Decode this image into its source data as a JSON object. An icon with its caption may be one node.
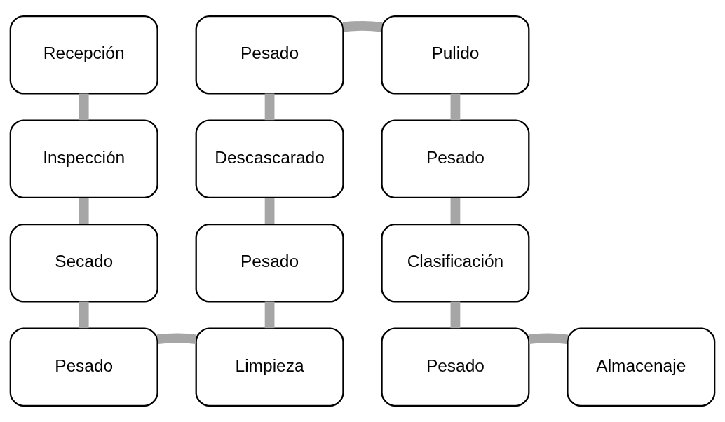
{
  "diagram": {
    "nodes": [
      {
        "text": [
          "Recepción"
        ]
      },
      {
        "text": [
          "Inspección"
        ]
      },
      {
        "text": [
          "Secado"
        ]
      },
      {
        "text": [
          "Pesado"
        ]
      },
      {
        "text": [
          "Limpieza"
        ]
      },
      {
        "text": [
          "Pesado"
        ]
      },
      {
        "text": [
          "Descascarado"
        ]
      },
      {
        "text": [
          "Pesado"
        ]
      },
      {
        "text": [
          "Pulido"
        ]
      },
      {
        "text": [
          "Pesado"
        ]
      },
      {
        "text": [
          "Clasificación"
        ]
      },
      {
        "text": [
          "Pesado"
        ]
      },
      {
        "text": [
          "Almacenaje"
        ]
      }
    ],
    "edges": [
      {
        "from": 0,
        "to": 1,
        "arrow": "none"
      },
      {
        "from": 1,
        "to": 2,
        "arrow": "none"
      },
      {
        "from": 2,
        "to": 3,
        "arrow": "none"
      },
      {
        "from": 3,
        "to": 4,
        "arrow": "none"
      },
      {
        "from": 4,
        "to": 5,
        "arrow": "none"
      },
      {
        "from": 5,
        "to": 6,
        "arrow": "none"
      },
      {
        "from": 6,
        "to": 7,
        "arrow": "none"
      },
      {
        "from": 7,
        "to": 8,
        "arrow": "none"
      },
      {
        "from": 8,
        "to": 9,
        "arrow": "none"
      },
      {
        "from": 9,
        "to": 10,
        "arrow": "none"
      },
      {
        "from": 10,
        "to": 11,
        "arrow": "none"
      },
      {
        "from": 11,
        "to": 12,
        "arrow": "none"
      }
    ]
  }
}
